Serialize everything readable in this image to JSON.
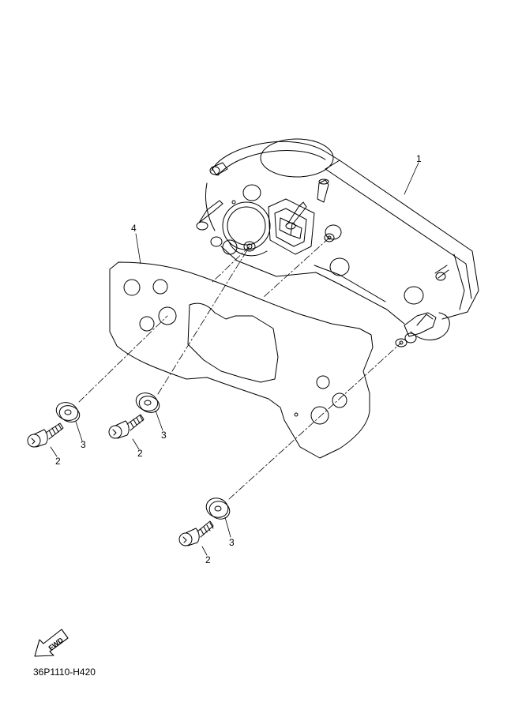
{
  "callouts": {
    "part_1": "1",
    "part_2_left": "2",
    "part_3_left": "3",
    "part_2_middle": "2",
    "part_3_middle": "3",
    "part_2_bottom": "2",
    "part_3_bottom": "3",
    "part_4": "4"
  },
  "fwd_label": "FWD",
  "drawing_code": "36P1110-H420",
  "icons": {
    "direction": "fwd-arrow-icon"
  }
}
